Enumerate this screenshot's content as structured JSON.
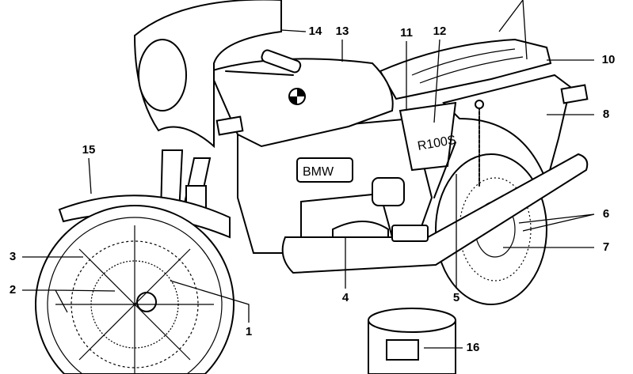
{
  "diagram": {
    "bike_text": {
      "engine_badge": "BMW",
      "number_plate": "R100S"
    },
    "callouts": [
      "1",
      "2",
      "3",
      "4",
      "5",
      "6",
      "7",
      "8",
      "10",
      "11",
      "12",
      "13",
      "14",
      "15",
      "16"
    ]
  }
}
